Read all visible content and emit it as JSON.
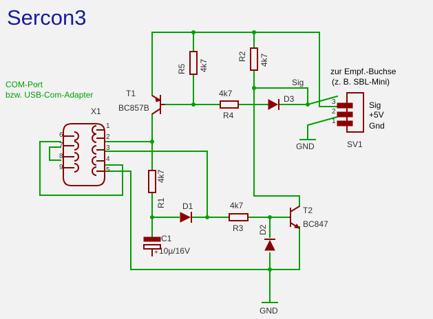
{
  "title": "Sercon3",
  "com_port": {
    "line1": "COM-Port",
    "line2": "bzw. USB-Com-Adapter"
  },
  "connector_x1": {
    "name": "X1",
    "pins": [
      "1",
      "2",
      "3",
      "4",
      "5",
      "6",
      "7",
      "8",
      "9"
    ]
  },
  "receiver": {
    "line1": "zur Empf.-Buchse",
    "line2": "(z. B. SBL-Mini)"
  },
  "header_sv1": {
    "name": "SV1",
    "pins": [
      "3",
      "2",
      "1"
    ],
    "signals": [
      "Sig",
      "+5V",
      "Gnd"
    ]
  },
  "net_sig": "Sig",
  "gnd_top": "GND",
  "gnd_bottom": "GND",
  "parts": {
    "t1": {
      "name": "T1",
      "value": "BC857B"
    },
    "t2": {
      "name": "T2",
      "value": "BC847"
    },
    "r1": {
      "name": "R1",
      "value": "4k7"
    },
    "r2": {
      "name": "R2",
      "value": "4k7"
    },
    "r3": {
      "name": "R3",
      "value": "4k7"
    },
    "r4": {
      "name": "R4",
      "value": "4k7"
    },
    "r5": {
      "name": "R5",
      "value": "4k7"
    },
    "c1": {
      "name": "C1",
      "value": "10µ/16V",
      "polarity": "+"
    },
    "d1": {
      "name": "D1"
    },
    "d2": {
      "name": "D2"
    },
    "d3": {
      "name": "D3"
    }
  },
  "colors": {
    "wire": "#00a000",
    "part": "#8b0000",
    "title": "#1a1a9c",
    "background": "#f2f2f2"
  }
}
